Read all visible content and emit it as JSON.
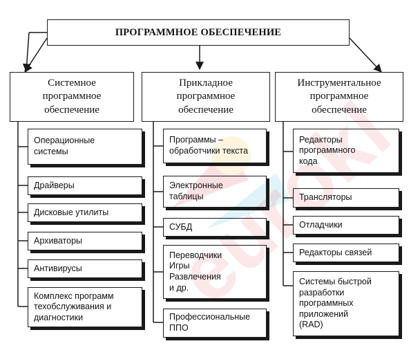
{
  "diagram": {
    "root": "ПРОГРАММНОЕ ОБЕСПЕЧЕНИЕ",
    "categories": [
      {
        "title": "Системное\nпрограммное\nобеспечение",
        "items": [
          "Операционные\nсистемы",
          "Драйверы",
          "Дисковые утилиты",
          "Архиваторы",
          "Антивирусы",
          "Комплекс программ\nтехобслуживания и\nдиагностики"
        ]
      },
      {
        "title": "Прикладное\nпрограммное\nобеспечение",
        "items": [
          "Программы –\nобработчики текста",
          "Электронные\nтаблицы",
          "СУБД",
          "Переводчики\nИгры\nРазвлечения\nи др.",
          "Профессиональные\nППО"
        ]
      },
      {
        "title": "Инструментальное\nпрограммное\nобеспечение",
        "items": [
          "Редакторы\nпрограммного\nкода",
          "Трансляторы",
          "Отладчики",
          "Редакторы связей",
          "Системы быстрой\nразработки\nпрограммных\nприложений\n(RAD)"
        ]
      }
    ]
  },
  "watermark": "eurokl",
  "watermark_colors": [
    "#e8434f",
    "#f7c43c",
    "#3fc1d9"
  ]
}
